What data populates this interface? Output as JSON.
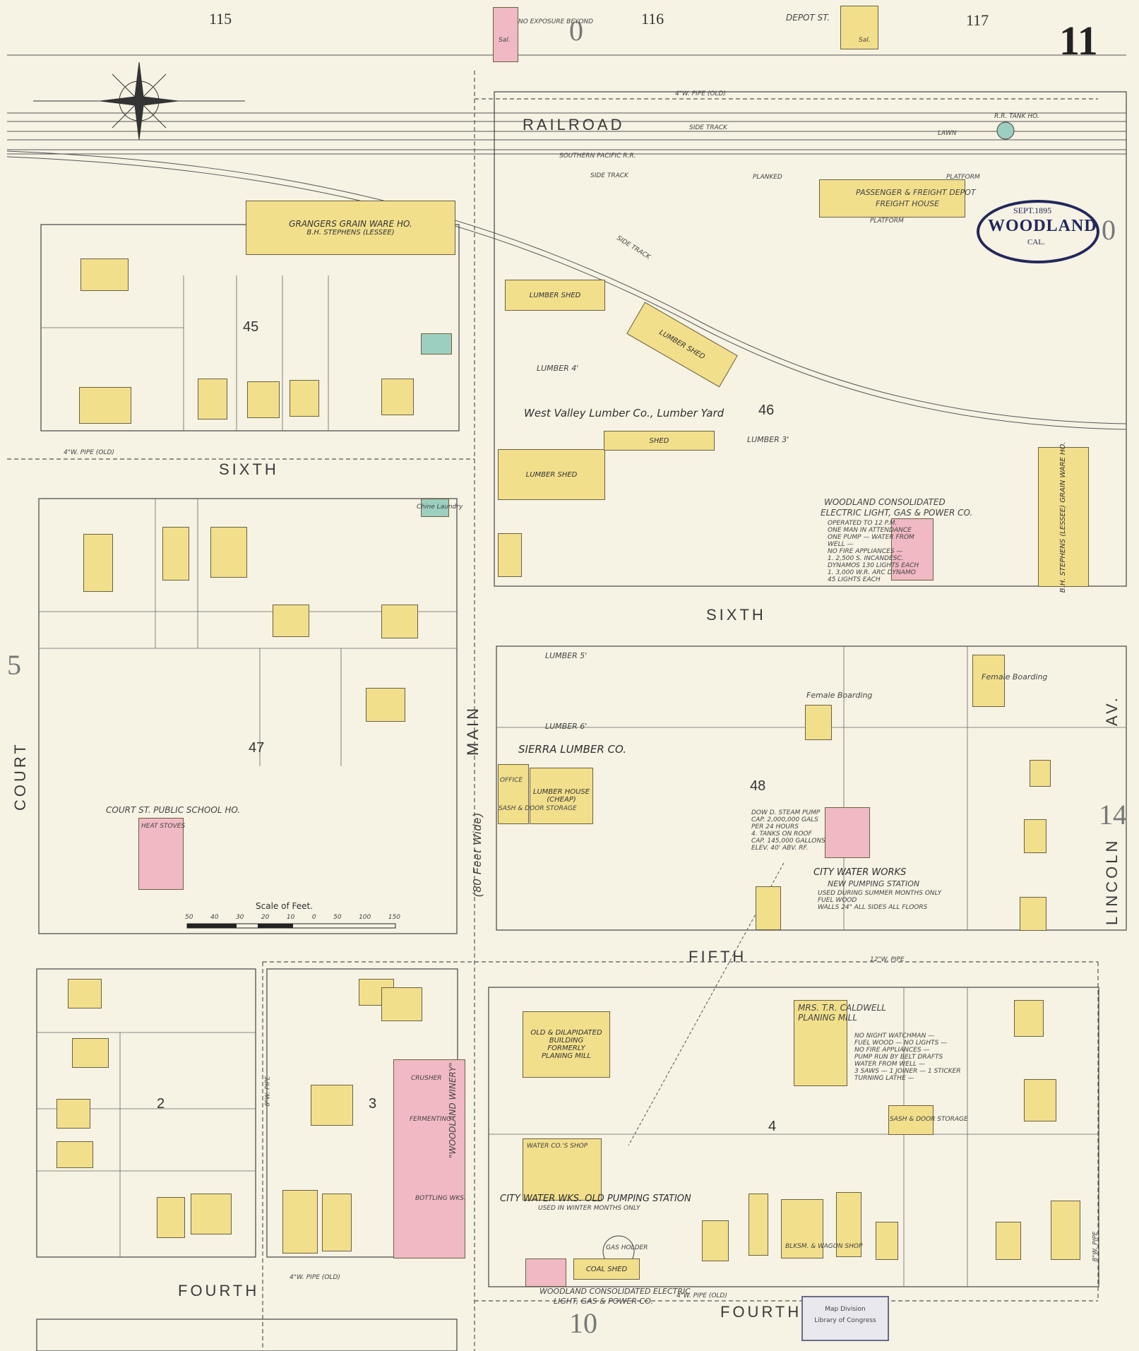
{
  "map": {
    "city": "WOODLAND",
    "state": "CAL.",
    "date": "SEPT.1895",
    "sheet_number": "11",
    "scale_label": "Scale of Feet.",
    "scale_ticks": [
      "50",
      "40",
      "30",
      "20",
      "10",
      "0",
      "50",
      "100",
      "150"
    ],
    "stamp_top": "Map Division",
    "stamp_bottom": "Library of Congress",
    "colors": {
      "paper": "#f6f2e4",
      "frame": "#f1df8c",
      "brick": "#f0b9c3",
      "iron": "#9ccfc0",
      "ink": "#22285a"
    }
  },
  "streets": {
    "railroad": "RAILROAD",
    "sixth_left": "SIXTH",
    "sixth_right": "SIXTH",
    "fifth": "FIFTH",
    "fourth_left": "FOURTH",
    "fourth_right": "FOURTH",
    "main": "MAIN",
    "main_width": "(80 Feet Wide)",
    "court": "COURT",
    "lincoln": "LINCOLN",
    "lincoln_av": "AV.",
    "depot": "DEPOT ST.",
    "southern_pacific": "SOUTHERN PACIFIC R.R.",
    "side_track_1": "SIDE TRACK",
    "side_track_2": "SIDE TRACK",
    "side_track_3": "SIDE TRACK"
  },
  "adjacent_sheets": {
    "n115": "115",
    "n116": "116",
    "n117": "117",
    "left_5": "5",
    "right_0": "0",
    "right_14": "14",
    "bottom_10": "10",
    "top_0": "0"
  },
  "blocks": {
    "b45": "45",
    "b46": "46",
    "b47": "47",
    "b48": "48",
    "b2": "2",
    "b3": "3",
    "b4": "4"
  },
  "buildings": {
    "grangers": "GRANGERS GRAIN WARE HO.",
    "grangers_sub": "B.H. STEPHENS (LESSEE)",
    "west_valley": "West Valley Lumber Co., Lumber Yard",
    "lumber_shed_1": "LUMBER SHED",
    "lumber_shed_2": "LUMBER SHED",
    "lumber_shed_3": "LUMBER SHED",
    "lumber_4": "LUMBER 4'",
    "lumber_3": "LUMBER 3'",
    "lumber_5": "LUMBER 5'",
    "lumber_6": "LUMBER 6'",
    "shed": "SHED",
    "passenger_depot": "PASSENGER & FREIGHT DEPOT",
    "freight_house": "FREIGHT HOUSE",
    "platform_top": "PLATFORM",
    "platform_bottom": "PLATFORM",
    "lawn": "LAWN",
    "tank_ho": "R.R. TANK HO.",
    "elec_co_1": "WOODLAND CONSOLIDATED",
    "elec_co_2": "ELECTRIC LIGHT, GAS & POWER CO.",
    "elec_notes": [
      "OPERATED TO 12 P.M.",
      "ONE MAN IN ATTENDANCE",
      "ONE PUMP — WATER FROM",
      "WELL —",
      "NO FIRE APPLIANCES —",
      "1. 2,500 S. INCANDESC.",
      "DYNAMOS 130 LIGHTS EACH",
      "1. 3,000 W.R. ARC DYNAMO",
      "45 LIGHTS EACH"
    ],
    "bh_stephens": "B.H. STEPHENS (LESSEE) GRAIN WARE HO.",
    "sierra": "SIERRA LUMBER CO.",
    "lumber_house": "LUMBER HOUSE",
    "lumber_house_sub": "(CHEAP)",
    "office": "OFFICE",
    "sash_door": "SASH & DOOR STORAGE",
    "female_boarding_1": "Female Boarding",
    "female_boarding_2": "Female Boarding",
    "city_water": "CITY WATER WORKS",
    "new_pumping": "NEW PUMPING STATION",
    "water_notes": [
      "USED DURING SUMMER MONTHS ONLY",
      "FUEL WOOD",
      "WALLS 24\" ALL SIDES ALL FLOORS"
    ],
    "pump_notes": [
      "DOW D. STEAM PUMP",
      "CAP. 2,000,000 GALS",
      "PER 24 HOURS",
      "4. TANKS ON ROOF",
      "CAP. 145,000 GALLONS",
      "ELEV. 40' ABV. RF."
    ],
    "school": "COURT ST. PUBLIC SCHOOL HO.",
    "heat_stoves": "HEAT STOVES",
    "chinese_laundry": "Chine Laundry",
    "winery": "\"WOODLAND WINERY\"",
    "crusher": "CRUSHER",
    "bottling": "BOTTLING WKS.",
    "fermenting": "FERMENTING",
    "planing_mill_old": "OLD & DILAPIDATED BUILDING",
    "formerly": "FORMERLY",
    "planing_mill": "PLANING MILL",
    "caldwell_1": "MRS. T.R. CALDWELL",
    "caldwell_2": "PLANING MILL",
    "caldwell_notes": [
      "NO NIGHT WATCHMAN —",
      "FUEL WOOD — NO LIGHTS —",
      "NO FIRE APPLIANCES —",
      "PUMP RUN BY BELT DRAFTS",
      "WATER FROM WELL —",
      "3 SAWS — 1 JOINER — 1 STICKER",
      "TURNING LATHE —"
    ],
    "old_pumping": "CITY WATER WKS. OLD PUMPING STATION",
    "old_pumping_sub": "USED IN WINTER MONTHS ONLY",
    "gas_holder": "GAS HOLDER",
    "coal_shed": "COAL SHED",
    "elec_bottom_1": "WOODLAND CONSOLIDATED ELECTRIC",
    "elec_bottom_2": "LIGHT, GAS & POWER CO.",
    "water_co_shop": "WATER CO.'S SHOP",
    "sash_door_storage": "SASH & DOOR STORAGE",
    "wagon_shop": "BLKSM. & WAGON SHOP",
    "sal_top_1": "Sal.",
    "sal_top_2": "Sal.",
    "no_exposure": "NO EXPOSURE BEYOND",
    "pipe_old_1": "4\"W. PIPE (OLD)",
    "pipe_old_2": "4\"W. PIPE (OLD)",
    "pipe_old_3": "4\"W. PIPE (OLD)",
    "pipe_old_4": "4\"W. PIPE (OLD)",
    "pipe_12": "12\"W. PIPE",
    "pipe_8_1": "8\"W. PIPE",
    "pipe_8_2": "8\"W. PIPE",
    "planked": "PLANKED"
  }
}
